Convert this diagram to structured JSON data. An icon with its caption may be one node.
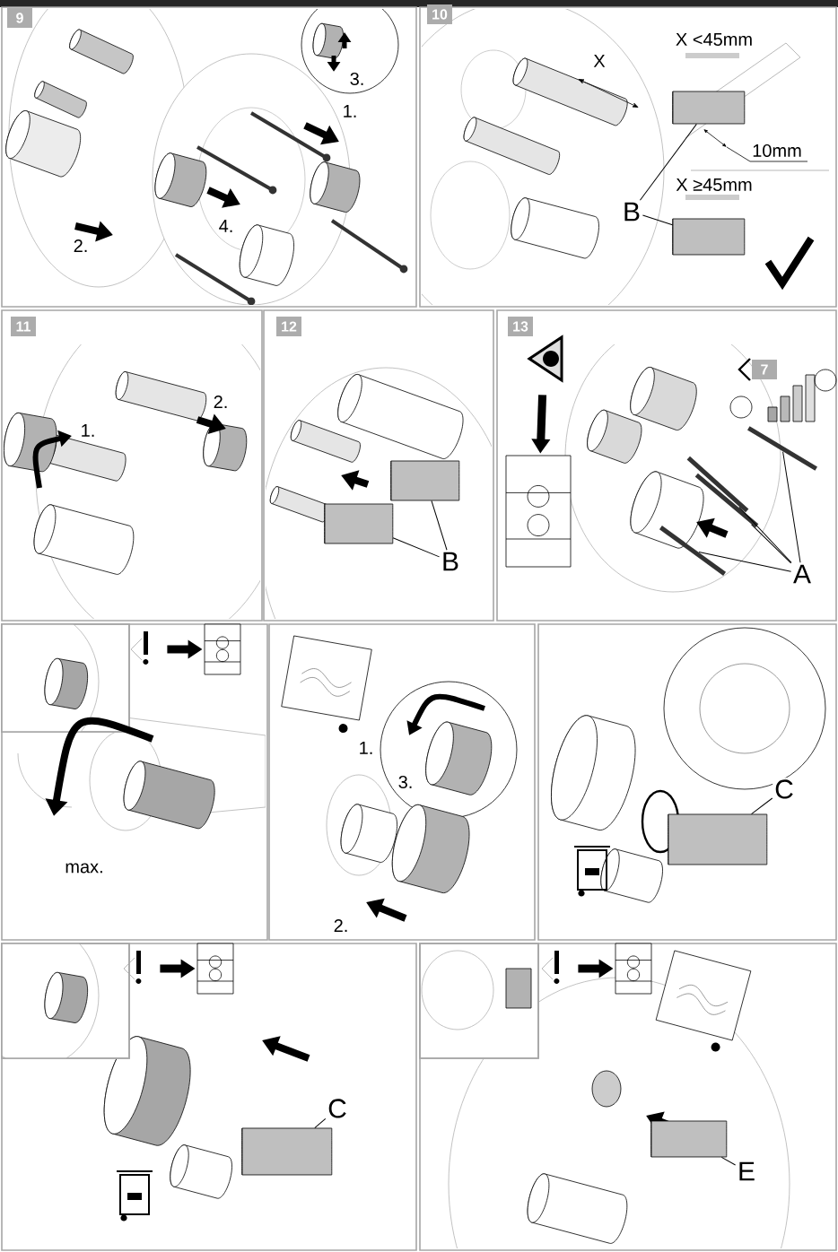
{
  "diagram": {
    "nodes": [
      {
        "text": [
          "B"
        ]
      },
      {
        "text": [],
        "shape": "cylinder"
      },
      {
        "text": [],
        "shape": "cylinder"
      },
      {
        "text": [
          "B"
        ]
      },
      {
        "text": [],
        "shape": "cylinder"
      },
      {
        "text": [],
        "shape": "cylinder"
      },
      {
        "text": [],
        "shape": "picture"
      },
      {
        "text": [],
        "shape": "picture"
      },
      {
        "text": [
          "A"
        ]
      },
      {
        "text": [],
        "shape": "bar"
      },
      {
        "text": [],
        "shape": "bar"
      },
      {
        "text": [],
        "shape": "bar"
      },
      {
        "text": [],
        "shape": "bar"
      },
      {
        "text": [],
        "shape": "picture"
      },
      {
        "text": [],
        "shape": "picture"
      },
      {
        "text": [
          "C"
        ]
      },
      {
        "text": [],
        "shape": "cylinder"
      },
      {
        "text": [],
        "shape": "picture"
      },
      {
        "text": [],
        "shape": "picture"
      },
      {
        "text": [
          "C"
        ]
      },
      {
        "text": [],
        "shape": "cylinder"
      },
      {
        "text": [],
        "shape": "picture"
      },
      {
        "text": [],
        "shape": "picture"
      },
      {
        "text": [
          "E"
        ]
      },
      {
        "text": [],
        "shape": "cylinder"
      }
    ],
    "edges": [
      {
        "from": 0,
        "to": 1,
        "arrow": "none"
      },
      {
        "from": 0,
        "to": 2,
        "arrow": "none"
      },
      {
        "from": 3,
        "to": 4,
        "arrow": "none"
      },
      {
        "from": 3,
        "to": 5,
        "arrow": "none"
      },
      {
        "from": 6,
        "to": 7,
        "arrow": "to",
        "style": "thick"
      },
      {
        "from": 8,
        "to": 9,
        "arrow": "none"
      },
      {
        "from": 8,
        "to": 10,
        "arrow": "none"
      },
      {
        "from": 8,
        "to": 11,
        "arrow": "none"
      },
      {
        "from": 8,
        "to": 12,
        "arrow": "none"
      },
      {
        "from": 13,
        "to": 14,
        "arrow": "to",
        "style": "thick"
      },
      {
        "from": 15,
        "to": 16,
        "arrow": "none"
      },
      {
        "from": 17,
        "to": 18,
        "arrow": "to",
        "style": "thick"
      },
      {
        "from": 19,
        "to": 20,
        "arrow": "none"
      },
      {
        "from": 21,
        "to": 22,
        "arrow": "to",
        "style": "thick"
      },
      {
        "from": 23,
        "to": 24,
        "arrow": "none"
      }
    ],
    "labels": [
      "9",
      "3.",
      "1.",
      "4.",
      "2.",
      "10",
      "X <45mm",
      "X",
      "10mm",
      "X ≥45mm",
      "11",
      "2.",
      "1.",
      "12",
      "13",
      "7",
      "1.",
      "3.",
      "max.",
      "2."
    ]
  }
}
